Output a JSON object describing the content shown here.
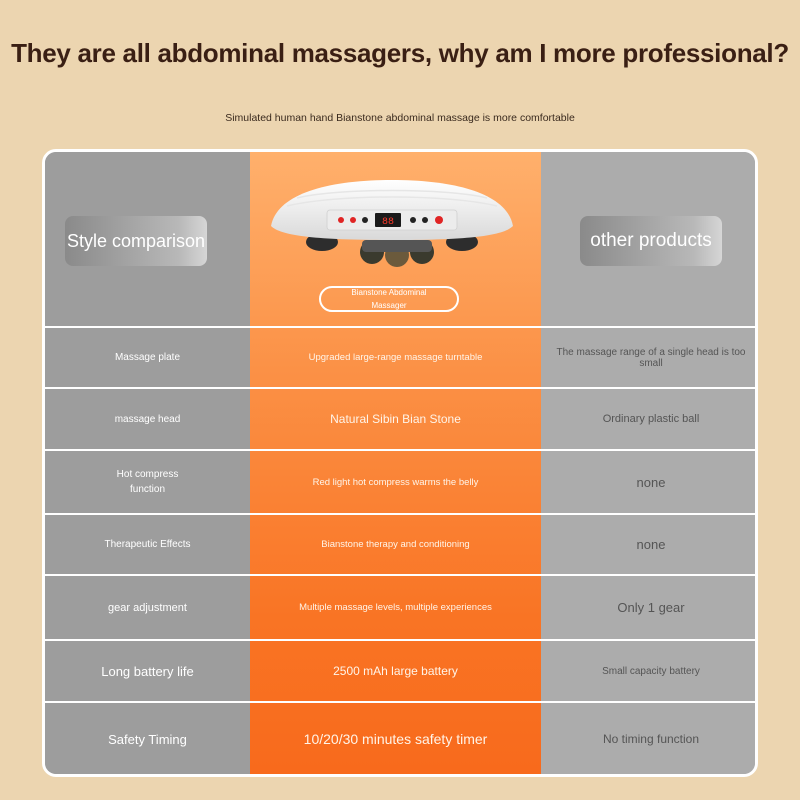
{
  "page": {
    "title": "They are all abdominal massagers, why am I more professional?",
    "subtitle": "Simulated human hand Bianstone abdominal massage is more comfortable"
  },
  "header": {
    "left_label": "Style comparison",
    "right_label": "other products",
    "product_name": "Bianstone Abdominal Massager",
    "display_digits": "88"
  },
  "rows": [
    {
      "feature": "Massage plate",
      "ours": "Upgraded large-range massage turntable",
      "others": "The massage range of a single head is too small"
    },
    {
      "feature": "massage head",
      "ours": "Natural Sibin Bian Stone",
      "others": "Ordinary plastic ball"
    },
    {
      "feature": "Hot compress function",
      "ours": "Red light hot compress warms the belly",
      "others": "none"
    },
    {
      "feature": "Therapeutic Effects",
      "ours": "Bianstone therapy and conditioning",
      "others": "none"
    },
    {
      "feature": "gear adjustment",
      "ours": "Multiple massage levels, multiple experiences",
      "others": "Only 1 gear"
    },
    {
      "feature": "Long battery life",
      "ours": "2500 mAh large battery",
      "others": "Small capacity battery"
    },
    {
      "feature": "Safety Timing",
      "ours": "10/20/30 minutes safety timer",
      "others": "No timing function"
    }
  ],
  "colors": {
    "background": "#ecd5b0",
    "accent_orange": "#f97424",
    "gray": "#a8a8a8"
  }
}
